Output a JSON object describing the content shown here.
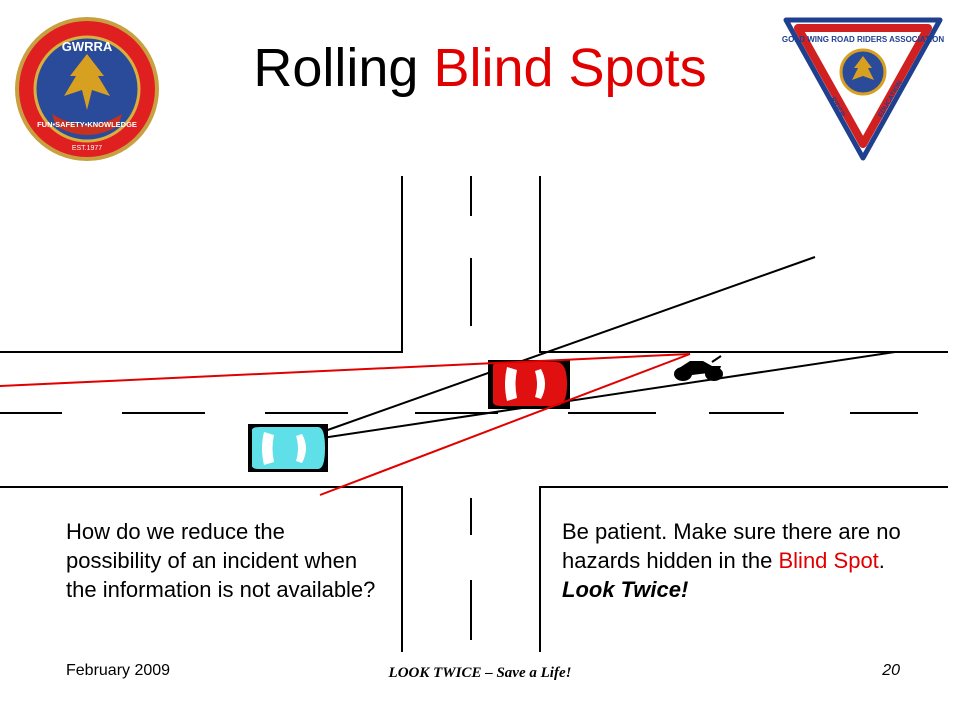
{
  "title": {
    "part1": "Rolling ",
    "part2": "Blind Spots"
  },
  "logos": {
    "left": {
      "ring_text": "GWRRA",
      "banner_text": "FUN•SAFETY•KNOWLEDGE",
      "established": "EST.1977"
    },
    "right": {
      "top_text": "GOLD WING ROAD RIDERS ASSOCIATION",
      "left_text": "RIDER",
      "right_text": "EDUCATION"
    }
  },
  "question": "How do we reduce the possibility of an incident when the information is not available?",
  "answer": {
    "text1": "Be patient. Make sure there are no hazards hidden in the ",
    "highlight": "Blind Spot",
    "text2": ". ",
    "emphasis": "Look Twice!"
  },
  "footer": {
    "date": "February 2009",
    "slogan": "LOOK TWICE – Save a Life!",
    "page": "20"
  },
  "colors": {
    "accent_red": "#e00000",
    "car_red": "#e01010",
    "car_cyan": "#5fe0e8",
    "gwrra_blue": "#1f3f8f",
    "gwrra_gold": "#d8a020"
  }
}
